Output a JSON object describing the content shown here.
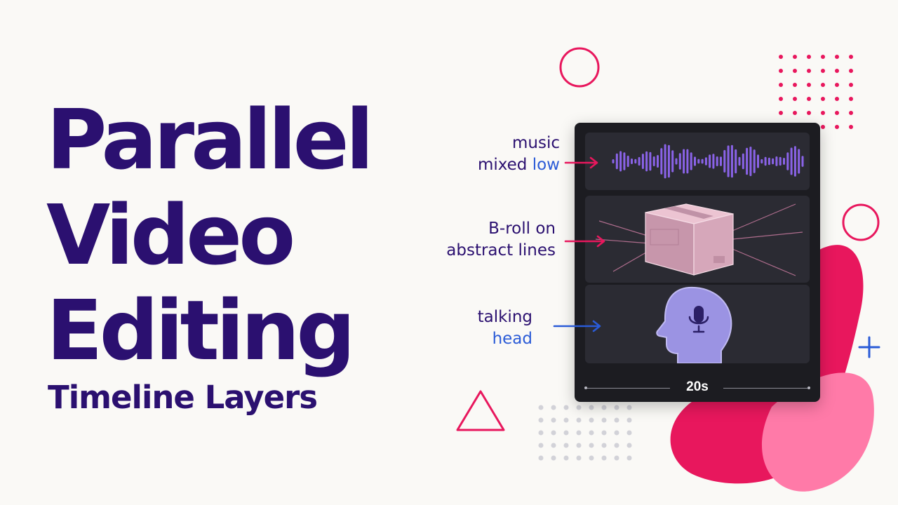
{
  "title": {
    "line1": "Parallel",
    "line2": "Video",
    "line3": "Editing"
  },
  "subtitle": "Timeline Layers",
  "labels": {
    "music_line1": "music",
    "music_line2_a": "mixed ",
    "music_line2_b": "low",
    "broll_line1": "B-roll on",
    "broll_line2": "abstract lines",
    "head_line1": "talking",
    "head_line2": "head"
  },
  "timeline": {
    "time": "20s"
  },
  "icons": {
    "music_track": "waveform-icon",
    "broll_track": "box-icon",
    "head_track": "head-microphone-icon"
  },
  "colors": {
    "navy": "#2b1070",
    "blue": "#2a5bd7",
    "pink": "#e8175d",
    "pink_light": "#ff7aa8",
    "panel": "#1c1c21",
    "wave": "#8a63e8"
  }
}
